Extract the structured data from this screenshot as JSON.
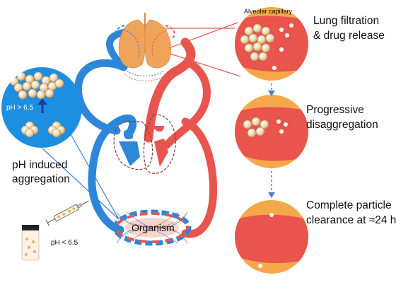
{
  "labels": {
    "alveolar_capillary": "Alveolar capillary",
    "lung_filtration_line1": "Lung filtration",
    "lung_filtration_line2": "& drug release",
    "progressive_line1": "Progressive",
    "progressive_line2": "disaggregation",
    "complete_line1": "Complete particle",
    "complete_line2": "clearance at ≈24 h",
    "ph_induced_line1": "pH induced",
    "ph_induced_line2": "aggregation",
    "ph_above": "pH > 6.5",
    "ph_below": "pH < 6.5",
    "organism": "Organism"
  },
  "colors": {
    "venous_blue": "#2e86d8",
    "arterial_red": "#e8554f",
    "capillary_orange": "#f5a84a",
    "capillary_red": "#e9544c",
    "lung_orange": "#f0a35a",
    "inset_blue": "#1d8fe0",
    "arrow_blue": "#4a7fd0",
    "connector_red": "#e05a52",
    "connector_blue": "#3a7bd5",
    "organism_fill": "#f3d5c9"
  },
  "icons": {
    "syringe": "syringe-icon",
    "vial": "vial-icon",
    "heart": "heart-icon",
    "lungs": "lungs-icon",
    "particle": "particle-cluster-icon"
  }
}
